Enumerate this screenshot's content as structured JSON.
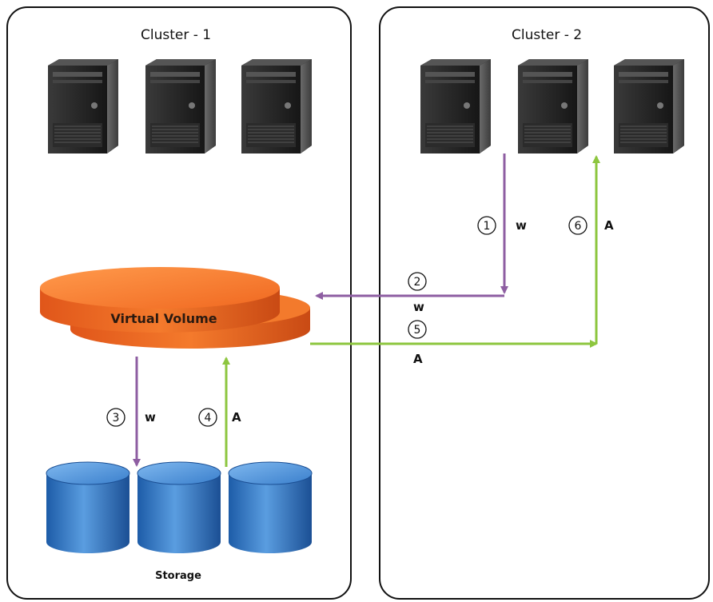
{
  "clusters": [
    {
      "title": "Cluster - 1"
    },
    {
      "title": "Cluster - 2"
    }
  ],
  "virtual_volume": {
    "label": "Virtual Volume"
  },
  "storage": {
    "label": "Storage"
  },
  "steps": [
    {
      "number": "1",
      "op": "w"
    },
    {
      "number": "2",
      "op": "w"
    },
    {
      "number": "3",
      "op": "w"
    },
    {
      "number": "4",
      "op": "A"
    },
    {
      "number": "5",
      "op": "A"
    },
    {
      "number": "6",
      "op": "A"
    }
  ],
  "colors": {
    "write_arrow": "#8e5ea2",
    "ack_arrow": "#8dc63f",
    "volume": "#f26b1d",
    "storage": "#2e75c8",
    "server": "#222222"
  }
}
